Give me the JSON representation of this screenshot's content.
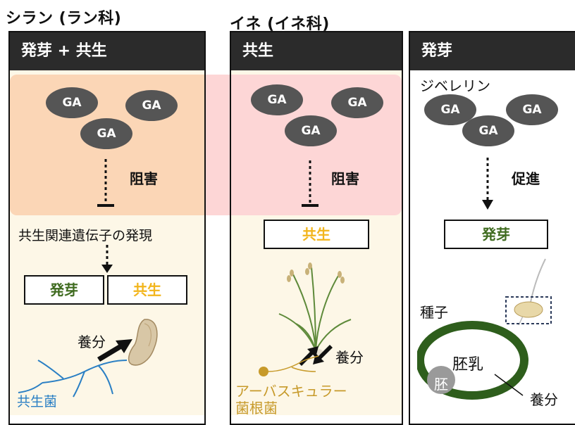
{
  "titles": {
    "orchid": "シラン (ラン科)",
    "rice": "イネ (イネ科)"
  },
  "panels": {
    "left_header": "発芽 + 共生",
    "middle_header": "共生",
    "right_header": "発芽"
  },
  "ga": {
    "label": "GA"
  },
  "left": {
    "inhibit": "阻害",
    "genes": "共生関連遺伝子の発現",
    "box_germ": "発芽",
    "box_sym": "共生",
    "nutrient": "養分",
    "fungus": "共生菌"
  },
  "middle": {
    "inhibit": "阻害",
    "box_sym": "共生",
    "nutrient": "養分",
    "amf_line1": "アーバスキュラー",
    "amf_line2": "菌根菌"
  },
  "right": {
    "gibberellin": "ジベレリン",
    "promote": "促進",
    "box_germ": "発芽",
    "seed": "種子",
    "endosperm": "胚乳",
    "embryo": "胚",
    "nutrient": "養分"
  },
  "colors": {
    "germ_green": "#3f6b1f",
    "sym_yellow": "#f2b51c",
    "fungus_blue": "#2a7fc4",
    "amf_gold": "#c79a2a",
    "seed_green": "#2e5e1c",
    "left_highlight": "#fbd6b6",
    "middle_highlight": "#fdd6d6",
    "ga_gray": "#555555"
  }
}
